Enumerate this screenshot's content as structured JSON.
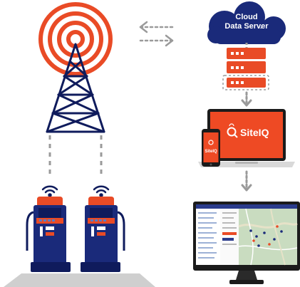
{
  "cloud": {
    "line1": "Cloud",
    "line2": "Data Server"
  },
  "brand": {
    "name": "SiteIQ",
    "phone_name": "SiteIQ"
  },
  "arrows": {
    "left_label": "",
    "right_label": ""
  },
  "colors": {
    "tower_red": "#e94b26",
    "navy": "#1a2a7a",
    "dark_navy": "#0f1b5c",
    "gray_dash": "#9a9a9a",
    "laptop_red": "#ee4a24",
    "platform": "#cfcfcf",
    "map_green": "#c9dcc0"
  },
  "icons": [
    "radio-signal-icon",
    "wifi-icon",
    "sync-arrows-icon",
    "down-arrow-icon",
    "search-logo-icon"
  ]
}
